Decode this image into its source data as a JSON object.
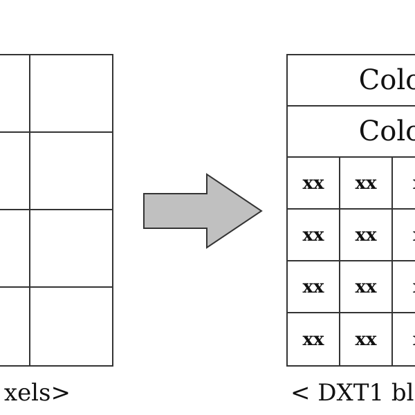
{
  "left_grid": {
    "rows": 4,
    "cols": 2,
    "caption": "xels>"
  },
  "right_block": {
    "color_rows": [
      "Color",
      "Color"
    ],
    "index_cells": [
      [
        "xx",
        "xx",
        "x"
      ],
      [
        "xx",
        "xx",
        "x"
      ],
      [
        "xx",
        "xx",
        "x"
      ],
      [
        "xx",
        "xx",
        "x"
      ]
    ],
    "caption": "< DXT1 bl"
  },
  "arrow": {
    "fill": "#c0c0c0",
    "stroke": "#333333"
  }
}
